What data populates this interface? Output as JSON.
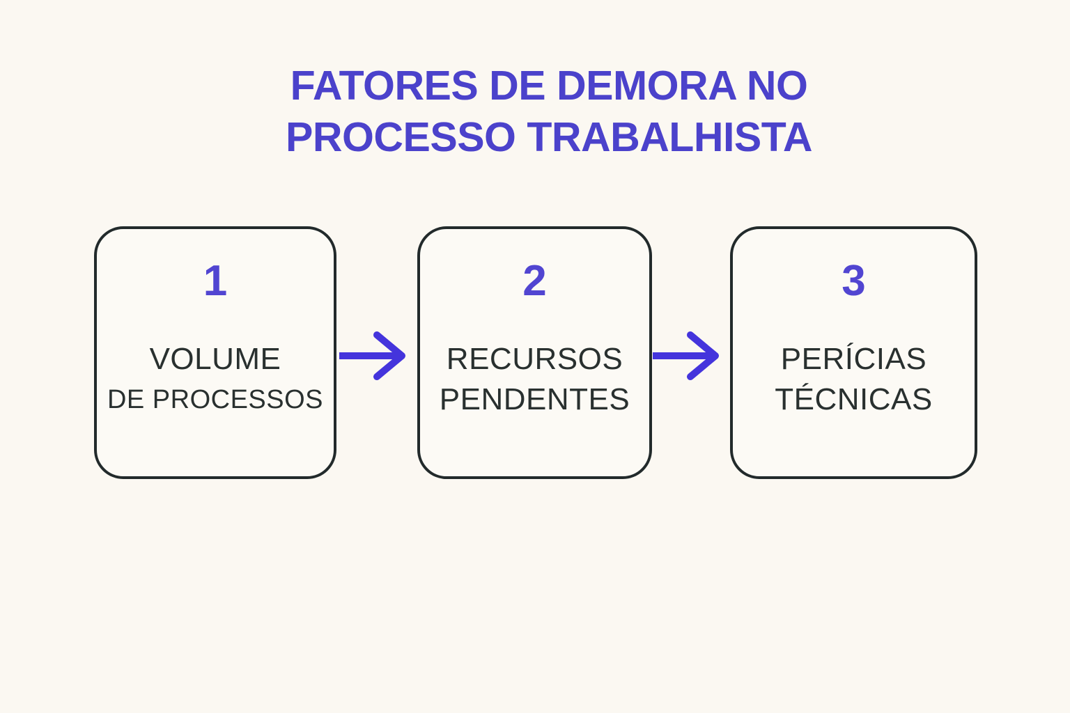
{
  "theme": {
    "bg": "#fbf8f2",
    "title": "#4b42cb",
    "number": "#5145d1",
    "arrow": "#4434dc",
    "ink": "#29302f",
    "line": "#222a2b"
  },
  "header": {
    "title_line1": "FATORES DE DEMORA NO",
    "title_line2": "PROCESSO TRABALHISTA"
  },
  "diagram": {
    "steps": [
      {
        "number": "1",
        "label_line1": "VOLUME",
        "label_line2": "DE PROCESSOS"
      },
      {
        "number": "2",
        "label_line1": "RECURSOS",
        "label_line2": "PENDENTES"
      },
      {
        "number": "3",
        "label_line1": "PERÍCIAS",
        "label_line2": "TÉCNICAS"
      }
    ],
    "connector_icon": "right-arrow-icon"
  }
}
